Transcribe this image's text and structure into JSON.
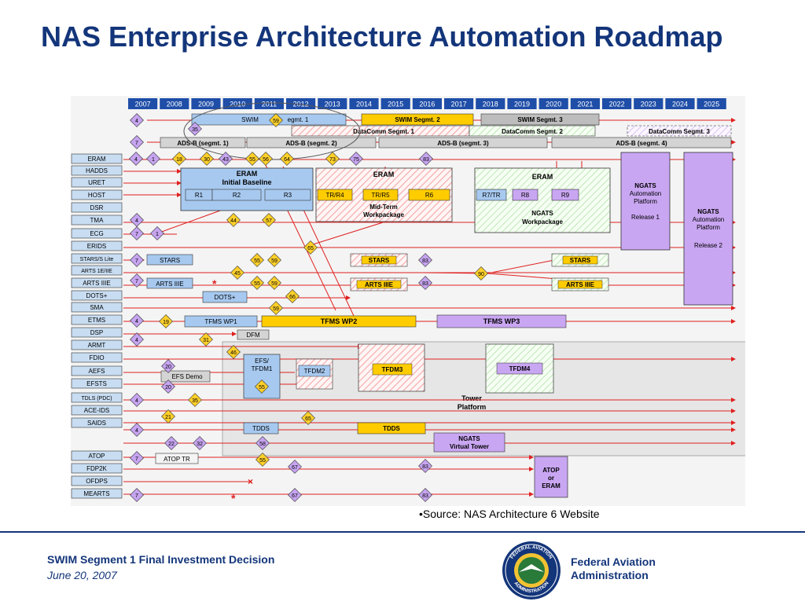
{
  "title": "NAS Enterprise Architecture Automation Roadmap",
  "source": "•Source: NAS Architecture 6 Website",
  "footer": {
    "title": "SWIM Segment 1 Final Investment Decision",
    "date": "June 20, 2007",
    "org_line1": "Federal Aviation",
    "org_line2": "Administration",
    "seal_top_text": "FEDERAL AVIATION",
    "seal_bottom_text": "ADMINISTRATION"
  },
  "colors": {
    "title": "#13357a",
    "year_header": "#1f4ea8",
    "system_label": "#c8ddf2",
    "decision_yellow": "#ffd02a",
    "decision_purple": "#c6a4f0",
    "bar_yellow": "#ffcc00",
    "bar_purple": "#c9a6f2",
    "bar_blue": "#a7c9f0",
    "bar_gray": "#bdbdbd",
    "red_line": "#e02020",
    "platform_gray": "#e6e6e6"
  },
  "years": [
    "2007",
    "2008",
    "2009",
    "2010",
    "2011",
    "2012",
    "2013",
    "2014",
    "2015",
    "2016",
    "2017",
    "2018",
    "2019",
    "2020",
    "2021",
    "2022",
    "2023",
    "2024",
    "2025"
  ],
  "systems": [
    "ERAM",
    "HADDS",
    "URET",
    "HOST",
    "DSR",
    "TMA",
    "ECG",
    "ERIDS",
    "STARS/S Lite",
    "ARTS 1E/IIE",
    "ARTS IIIE",
    "DOTS+",
    "SMA",
    "ETMS",
    "DSP",
    "ARMT",
    "FDIO",
    "AEFS",
    "EFSTS",
    "TDLS (PDC)",
    "ACE-IDS",
    "SAIDS",
    "ATOP",
    "FDP2K",
    "OFDPS",
    "MEARTS"
  ],
  "bars": {
    "swim": "SWIM",
    "swim_segmt1": "egmt. 1",
    "swim_segmt2": "SWIM Segmt. 2",
    "swim_segmt3": "SWIM Segmt. 3",
    "datacomm1": "DataComm Segmt. 1",
    "datacomm2": "DataComm Segmt. 2",
    "datacomm3": "DataComm Segmt. 3",
    "adsb1": "ADS-B (segmt. 1)",
    "adsb2": "ADS-B (segmt. 2)",
    "adsb3": "ADS-B (segmt. 3)",
    "adsb4": "ADS-B (segmt. 4)",
    "stars": "STARS",
    "arts_iiie": "ARTS IIIE",
    "dots": "DOTS+",
    "tfms_wp1": "TFMS WP1",
    "tfms_wp2": "TFMS WP2",
    "tfms_wp3": "TFMS WP3",
    "dfm": "DFM",
    "efs_demo": "EFS Demo",
    "tdds": "TDDS",
    "atop_tr": "ATOP TR"
  },
  "blocks": {
    "eram_baseline_1": "ERAM",
    "eram_baseline_2": "Initial Baseline",
    "r1": "R1",
    "r2": "R2",
    "r3": "R3",
    "eram_mid": "ERAM",
    "tr_r4": "TR/R4",
    "tr_r5": "TR/R5",
    "r6": "R6",
    "mid_term_1": "Mid-Term",
    "mid_term_2": "Workpackage",
    "eram_ngats": "ERAM",
    "r7_tr": "R7/TR",
    "r8": "R8",
    "r9": "R9",
    "ngats_wp_1": "NGATS",
    "ngats_wp_2": "Workpackage",
    "ngats_auto1_a": "NGATS",
    "ngats_auto1_b": "Automation",
    "ngats_auto1_c": "Platform",
    "ngats_auto1_d": "Release 1",
    "ngats_auto2_a": "NGATS",
    "ngats_auto2_b": "Automation",
    "ngats_auto2_c": "Platform",
    "ngats_auto2_d": "Release 2",
    "stars_box": "STARS",
    "stars_box2": "STARS",
    "arts_iiie_box": "ARTS IIIE",
    "arts_iiie_box2": "ARTS IIIE",
    "efs_tfdm1_a": "EFS/",
    "efs_tfdm1_b": "TFDM1",
    "tfdm2": "TFDM2",
    "tfdm3": "TFDM3",
    "tfdm4": "TFDM4",
    "tower_1": "Tower",
    "tower_2": "Platform",
    "tdds_box": "TDDS",
    "ngats_vt_1": "NGATS",
    "ngats_vt_2": "Virtual Tower",
    "atop_eram_1": "ATOP",
    "atop_eram_2": "or",
    "atop_eram_3": "ERAM"
  },
  "markers": {
    "star": "*",
    "cross": "×"
  },
  "decisions": [
    {
      "n": "4",
      "c": "p",
      "id": "d4a"
    },
    {
      "n": "35",
      "c": "p",
      "id": "d35a"
    },
    {
      "n": "59",
      "c": "y",
      "id": "d59swim"
    },
    {
      "n": "7",
      "c": "p",
      "id": "d7a"
    },
    {
      "n": "4",
      "c": "p",
      "id": "d4b"
    },
    {
      "n": "1",
      "c": "p",
      "id": "d1a"
    },
    {
      "n": "18",
      "c": "y",
      "id": "d18"
    },
    {
      "n": "30",
      "c": "y",
      "id": "d30"
    },
    {
      "n": "43",
      "c": "p",
      "id": "d43"
    },
    {
      "n": "55",
      "c": "y",
      "id": "d55a"
    },
    {
      "n": "56",
      "c": "y",
      "id": "d56"
    },
    {
      "n": "64",
      "c": "y",
      "id": "d64"
    },
    {
      "n": "73",
      "c": "y",
      "id": "d73"
    },
    {
      "n": "75",
      "c": "p",
      "id": "d75"
    },
    {
      "n": "83",
      "c": "p",
      "id": "d83a"
    },
    {
      "n": "4",
      "c": "p",
      "id": "d4c"
    },
    {
      "n": "7",
      "c": "p",
      "id": "d7b"
    },
    {
      "n": "1",
      "c": "p",
      "id": "d1b"
    },
    {
      "n": "44",
      "c": "y",
      "id": "d44"
    },
    {
      "n": "57",
      "c": "y",
      "id": "d57"
    },
    {
      "n": "65",
      "c": "y",
      "id": "d65a"
    },
    {
      "n": "7",
      "c": "p",
      "id": "d7c"
    },
    {
      "n": "55",
      "c": "y",
      "id": "d55b"
    },
    {
      "n": "59",
      "c": "y",
      "id": "d59b"
    },
    {
      "n": "83",
      "c": "p",
      "id": "d83b"
    },
    {
      "n": "45",
      "c": "y",
      "id": "d45"
    },
    {
      "n": "90",
      "c": "y",
      "id": "d90"
    },
    {
      "n": "7",
      "c": "p",
      "id": "d7d"
    },
    {
      "n": "55",
      "c": "y",
      "id": "d55c"
    },
    {
      "n": "59",
      "c": "y",
      "id": "d59c"
    },
    {
      "n": "83",
      "c": "p",
      "id": "d83c"
    },
    {
      "n": "66",
      "c": "y",
      "id": "d66"
    },
    {
      "n": "59",
      "c": "y",
      "id": "d59d"
    },
    {
      "n": "4",
      "c": "p",
      "id": "d4d"
    },
    {
      "n": "19",
      "c": "y",
      "id": "d19"
    },
    {
      "n": "4",
      "c": "p",
      "id": "d4e"
    },
    {
      "n": "31",
      "c": "y",
      "id": "d31"
    },
    {
      "n": "46",
      "c": "y",
      "id": "d46"
    },
    {
      "n": "20",
      "c": "p",
      "id": "d20a"
    },
    {
      "n": "55",
      "c": "y",
      "id": "d55d"
    },
    {
      "n": "20",
      "c": "p",
      "id": "d20b"
    },
    {
      "n": "4",
      "c": "p",
      "id": "d4f"
    },
    {
      "n": "35",
      "c": "y",
      "id": "d35b"
    },
    {
      "n": "21",
      "c": "y",
      "id": "d21"
    },
    {
      "n": "65",
      "c": "y",
      "id": "d65b"
    },
    {
      "n": "4",
      "c": "p",
      "id": "d4g"
    },
    {
      "n": "22",
      "c": "p",
      "id": "d22"
    },
    {
      "n": "32",
      "c": "p",
      "id": "d32"
    },
    {
      "n": "58",
      "c": "p",
      "id": "d58"
    },
    {
      "n": "7",
      "c": "p",
      "id": "d7e"
    },
    {
      "n": "55",
      "c": "y",
      "id": "d55e"
    },
    {
      "n": "67",
      "c": "p",
      "id": "d67a"
    },
    {
      "n": "83",
      "c": "p",
      "id": "d83d"
    },
    {
      "n": "7",
      "c": "p",
      "id": "d7f"
    },
    {
      "n": "67",
      "c": "p",
      "id": "d67b"
    },
    {
      "n": "83",
      "c": "p",
      "id": "d83e"
    }
  ]
}
